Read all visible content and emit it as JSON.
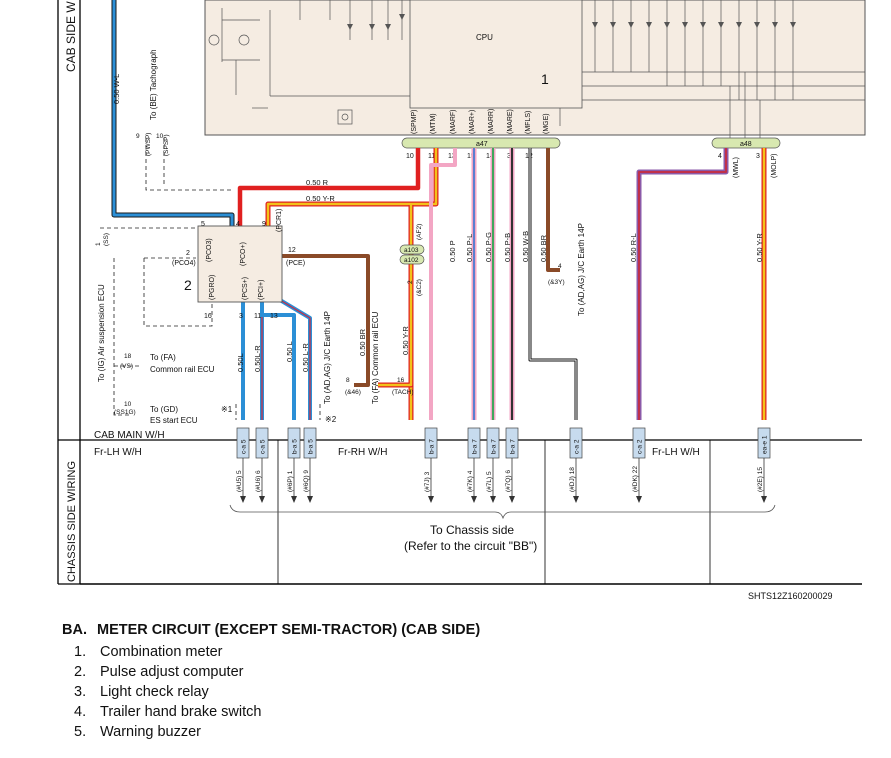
{
  "section_labels": {
    "cab_side": "CAB SIDE W",
    "chassis_side": "CHASSIS SIDE WIRING"
  },
  "harness_labels": {
    "cab_main": "CAB MAIN W/H",
    "fr_lh_left": "Fr-LH W/H",
    "fr_rh": "Fr-RH W/H",
    "fr_lh_right": "Fr-LH W/H"
  },
  "components": {
    "cpu": "CPU",
    "meter_number": "1",
    "adjuster_number": "2"
  },
  "connectors": {
    "a47": "a47",
    "a48": "a48",
    "a103": "a103",
    "a102": "a102"
  },
  "meter_terminals": [
    "(SPMP)",
    "(MTM)",
    "(MARF)",
    "(MAR+)",
    "(MARR)",
    "(MARE)",
    "(MFLS)",
    "(MGE)"
  ],
  "meter_pins": [
    "10",
    "11",
    "13",
    "15",
    "14",
    "3",
    "12"
  ],
  "right_terminals": [
    "(MWL)",
    "(MOLP)"
  ],
  "right_pins": [
    "4",
    "3"
  ],
  "adjuster_terminals": [
    "(PCO3)",
    "(PCO+)",
    "(PCR1)",
    "(PCO4)",
    "(PCE)",
    "(PGRO)",
    "(PCS+)",
    "(PCI+)"
  ],
  "adjuster_pins": [
    "5",
    "4",
    "9",
    "2",
    "12",
    "16",
    "3",
    "11",
    "13"
  ],
  "wires": {
    "w_050wl": "0.50 W-L",
    "w_050r": "0.50 R",
    "w_050yr_top": "0.50 Y-R",
    "w_050p": "0.50 P",
    "w_050pl": "0.50 P-L",
    "w_050pg": "0.50 P-G",
    "w_050pb": "0.50 P-B",
    "w_050wb": "0.50 W-B",
    "w_050br": "0.50 BR",
    "w_050rl": "0.50 R-L",
    "w_050yr_right": "0.50 Y-R",
    "w_050l": "0.50L",
    "w_050lr": "0.50L-R",
    "w_050l2": "0.50 L",
    "w_050lr2": "0.50 L-R",
    "w_050br2": "0.50 BR",
    "w_050yr_mid": "0.50 Y-R"
  },
  "destinations": {
    "tachograph": "To (BE) Tachograph",
    "air_suspension": "To (IG) Air suspension ECU",
    "jc_earth_right": "To (AD,AG) J/C Earth 14P",
    "jc_earth_mid": "To (AD,AG) J/C Earth 14P",
    "common_rail_vertical": "To (FA) Common rail ECU",
    "common_rail_fa": "To (FA)",
    "common_rail_name": "Common rail ECU",
    "es_start_gd": "To (GD)",
    "es_start_name": "ES start ECU",
    "chassis_side": "To Chassis side",
    "refer_circuit": "(Refer to the circuit \"BB\")"
  },
  "small_labels": {
    "pwsp": "(PWSP)",
    "spsp": "(SPSP)",
    "pin9": "9",
    "pin10": "10",
    "ss": "(SS)",
    "pin1": "1",
    "af2": "(AF2)",
    "ac2": "(&C2)",
    "pin2": "2",
    "pin4": "4",
    "a3y": "(&3Y)",
    "a46": "(&46)",
    "pin8": "8",
    "pin16": "16",
    "tach": "(TACH)",
    "vs": "(VS)",
    "pin18": "18",
    "ss1g": "(SS1G)",
    "pin10b": "10",
    "star1": "※1",
    "star2": "※2"
  },
  "chassis_connectors": [
    "c-a 5",
    "c-a 5",
    "b-a 5",
    "b-a 5",
    "b-a 7",
    "b-a 7",
    "b-a 7",
    "b-a 7",
    "c-a 2",
    "c-a 2",
    "ea-e 1"
  ],
  "chassis_refs": [
    "(#U5) 5",
    "(#U6) 6",
    "(#6P) 1",
    "(#6Q) 9",
    "(#7J) 3",
    "(#7K) 4",
    "(#7L) 5",
    "(#7Q) 6",
    "(#DJ) 18",
    "(#DK) 22",
    "(#2E) 15"
  ],
  "drawing_code": "SHTS12Z160200029",
  "legend": {
    "code": "BA.",
    "title": "METER CIRCUIT (EXCEPT SEMI-TRACTOR) (CAB SIDE)",
    "items": [
      {
        "num": "1.",
        "label": "Combination meter"
      },
      {
        "num": "2.",
        "label": "Pulse adjust computer"
      },
      {
        "num": "3.",
        "label": "Light check relay"
      },
      {
        "num": "4.",
        "label": "Trailer hand brake switch"
      },
      {
        "num": "5.",
        "label": "Warning buzzer"
      }
    ]
  },
  "colors": {
    "meter_fill": "#f5ece2",
    "connector_fill": "#d8e8b0",
    "chassis_box": "#c7dbee",
    "red": "#e02020",
    "yellow": "#f2c21a",
    "blue": "#2b8fd6",
    "pink": "#f3a6c4",
    "brown": "#8a4a28",
    "purple": "#8b5aa8",
    "green": "#3fa85c"
  }
}
